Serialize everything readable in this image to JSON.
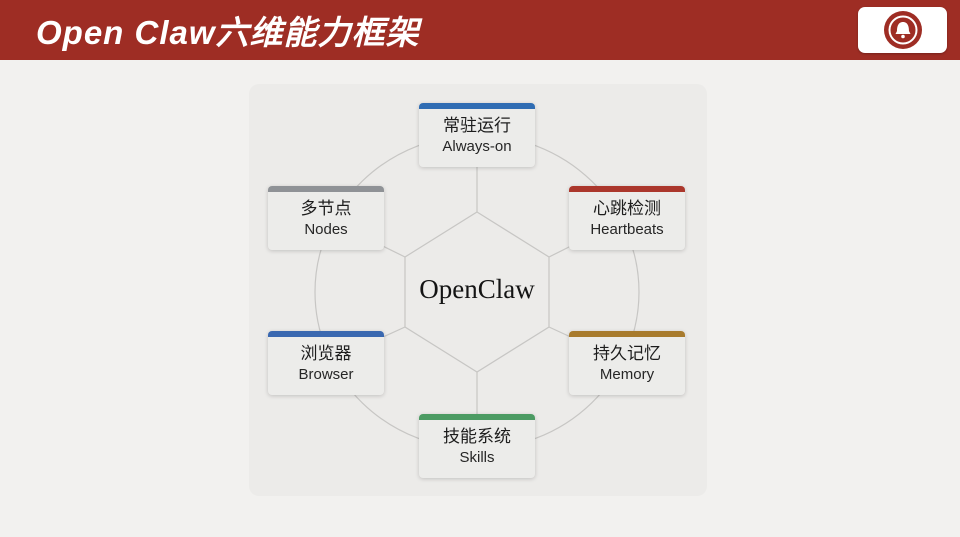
{
  "header": {
    "title": "Open Claw六维能力框架",
    "bg_color": "#9e2d24",
    "logo_color": "#9e2d24"
  },
  "diagram": {
    "center_label": "OpenClaw",
    "line_color": "#c7c6c4",
    "card_bg": "#ececea",
    "nodes": [
      {
        "id": "always-on",
        "zh": "常驻运行",
        "en": "Always-on",
        "bar_color": "#2f6cb3"
      },
      {
        "id": "heartbeats",
        "zh": "心跳检测",
        "en": "Heartbeats",
        "bar_color": "#ab372c"
      },
      {
        "id": "memory",
        "zh": "持久记忆",
        "en": "Memory",
        "bar_color": "#a87b2d"
      },
      {
        "id": "skills",
        "zh": "技能系统",
        "en": "Skills",
        "bar_color": "#4c9b63"
      },
      {
        "id": "browser",
        "zh": "浏览器",
        "en": "Browser",
        "bar_color": "#3a68b0"
      },
      {
        "id": "nodes",
        "zh": "多节点",
        "en": "Nodes",
        "bar_color": "#8f9296"
      }
    ]
  }
}
